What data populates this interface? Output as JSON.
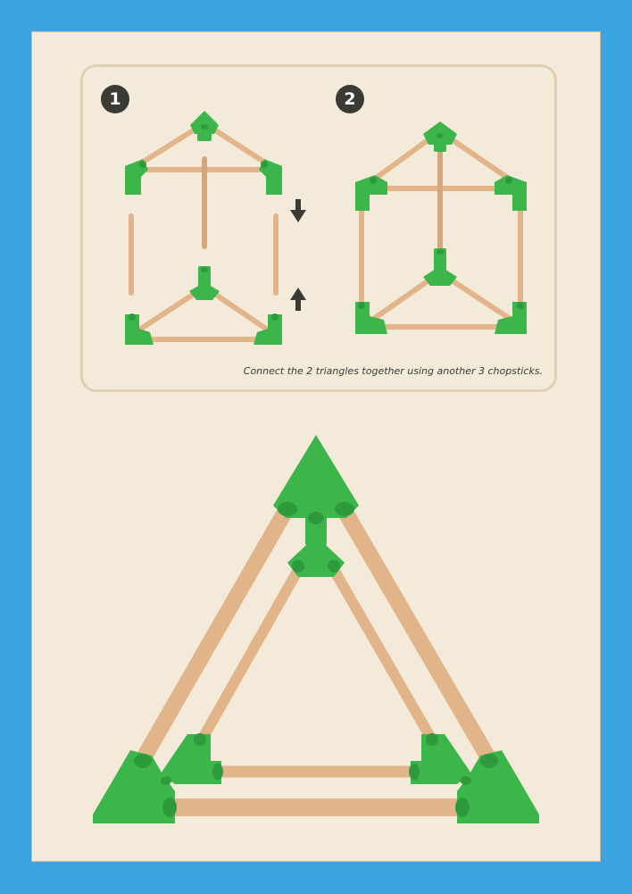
{
  "steps": [
    {
      "number": "1"
    },
    {
      "number": "2"
    }
  ],
  "caption": "Connect the 2 triangles together using another 3 chopsticks.",
  "colors": {
    "background": "#3aa3e0",
    "card": "#f3ead9",
    "connector": "#3cb54a",
    "connector_dark": "#2e9a3c",
    "chopstick": "#e2b48a",
    "badge": "#3b3a35"
  },
  "icons": [
    "arrow-down-icon",
    "arrow-up-icon"
  ]
}
